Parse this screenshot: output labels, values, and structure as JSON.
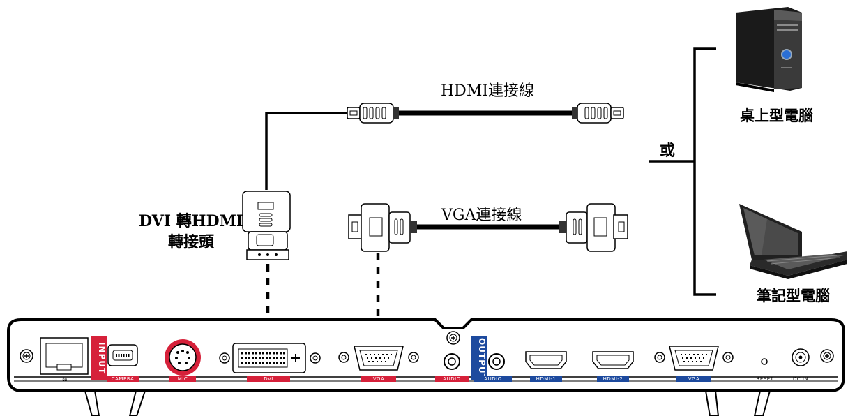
{
  "cables": {
    "hdmi_label": "HDMI連接線",
    "vga_label": "VGA連接線"
  },
  "adapter": {
    "line1": "DVI 轉HDMI",
    "line2": "轉接頭"
  },
  "devices": {
    "desktop_label": "桌上型電腦",
    "laptop_label": "筆記型電腦",
    "or_label": "或"
  },
  "panel": {
    "input_label": "INPUT",
    "output_label": "OUTPUT",
    "ports": {
      "lan": "品",
      "camera": "CAMERA",
      "mic": "MIC",
      "dvi": "DVI",
      "vga_in": "VGA",
      "audio_in": "AUDIO",
      "audio_out": "AUDIO",
      "hdmi1": "HDMI-1",
      "hdmi2": "HDMI-2",
      "vga_out": "VGA",
      "reset": "RESET",
      "dc_in": "DC IN"
    }
  },
  "colors": {
    "input_accent": "#d6213a",
    "output_accent": "#1d4a9e",
    "line": "#000000"
  }
}
